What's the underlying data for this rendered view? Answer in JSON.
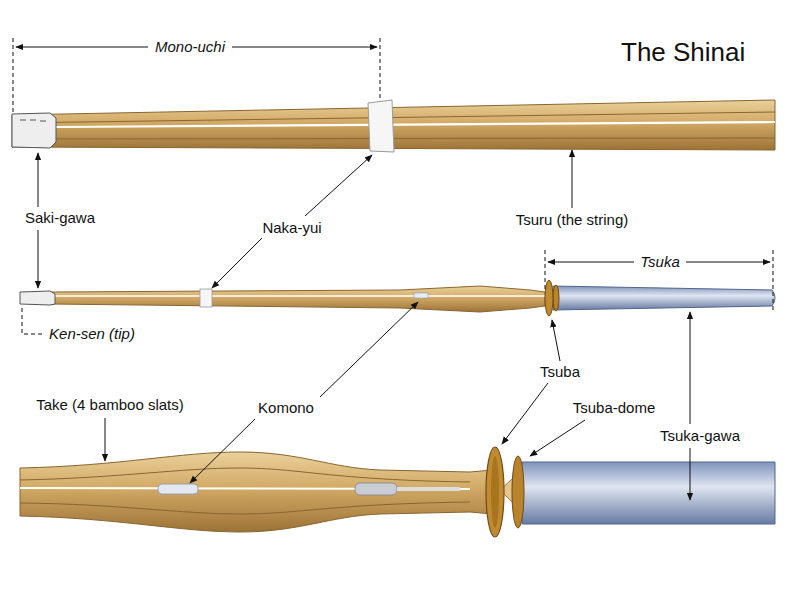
{
  "diagram": {
    "title": "The Shinai",
    "labels": [
      "Mono-uchi",
      "Saki-gawa",
      "Naka-yui",
      "Tsuru (the string)",
      "Tsuka",
      "Ken-sen (tip)",
      "Take (4 bamboo slats)",
      "Komono",
      "Tsuba",
      "Tsuba-dome",
      "Tsuka-gawa"
    ]
  }
}
